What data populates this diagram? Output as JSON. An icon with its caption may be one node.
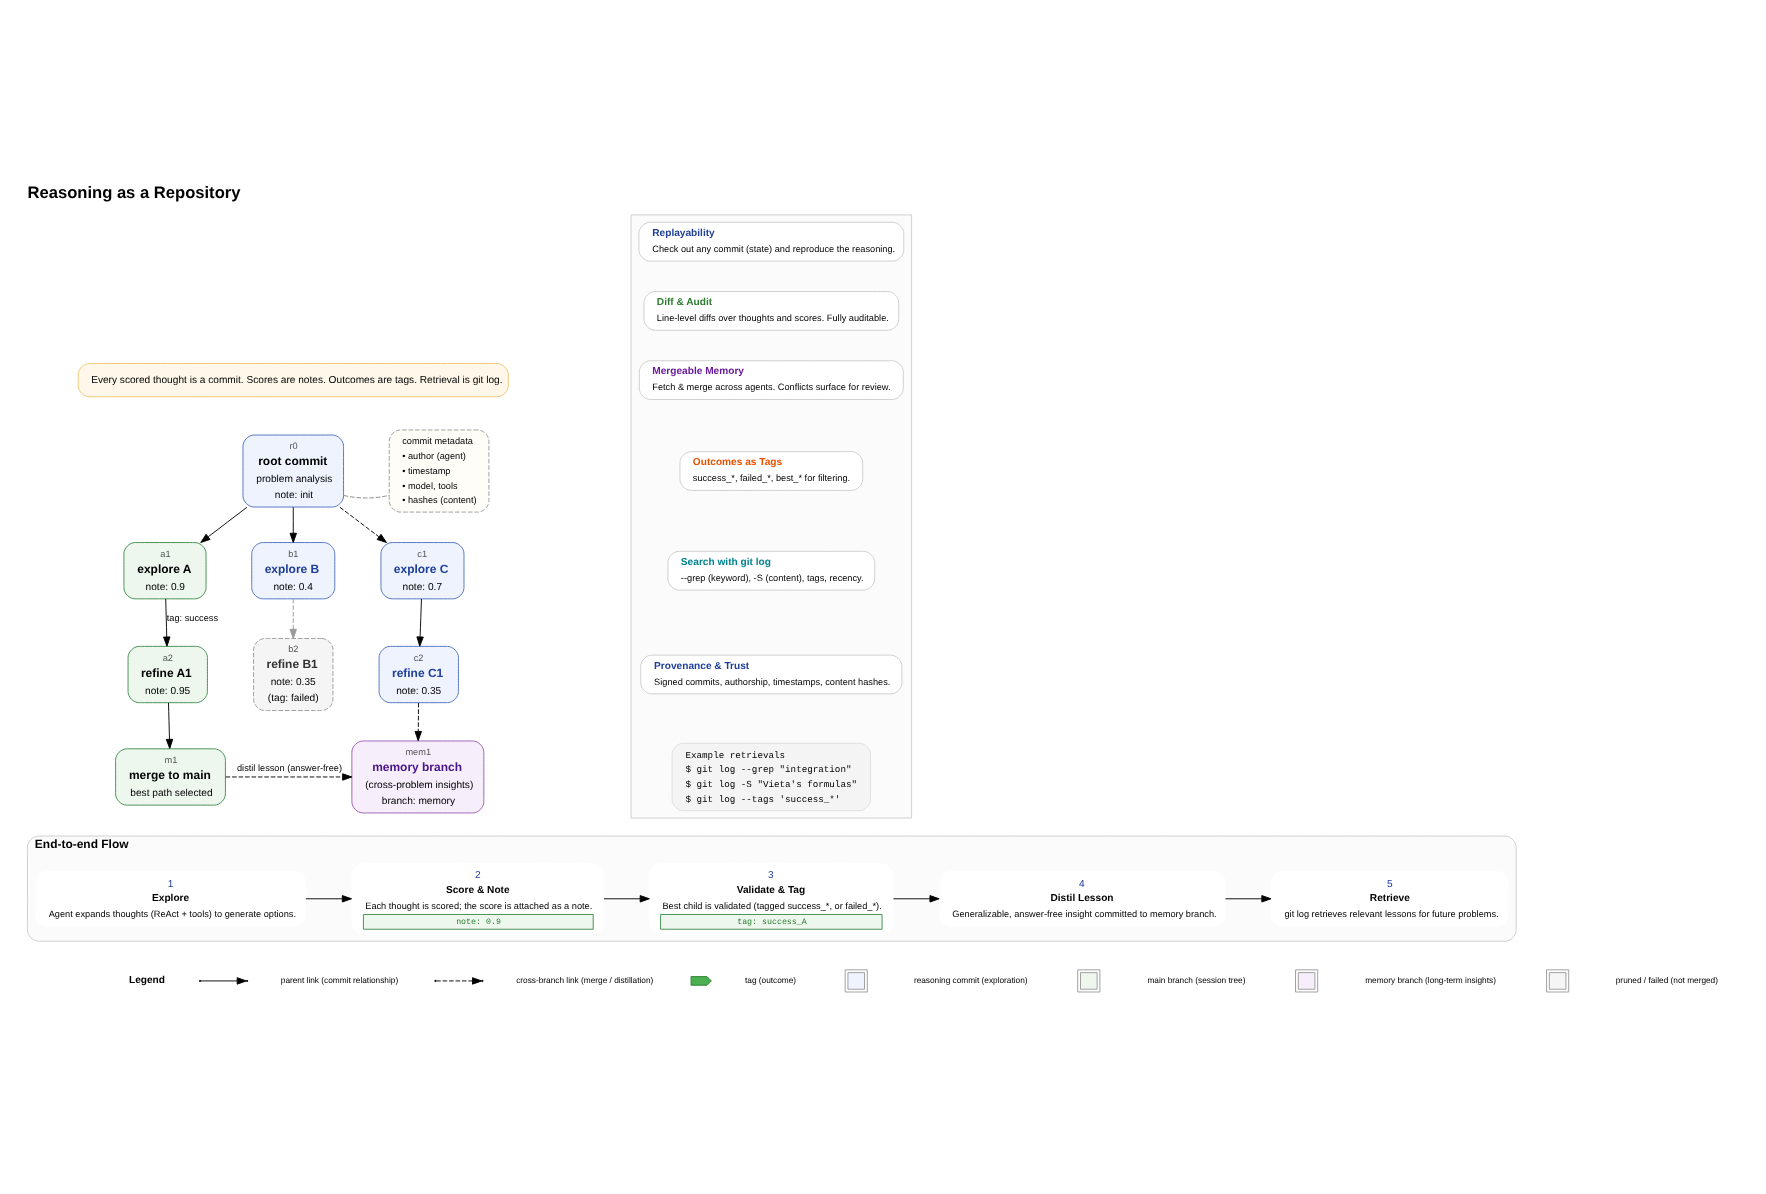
{
  "diagram": {
    "title": "Reasoning as a Repository",
    "nodes": [
      {
        "text": [
          "Every scored thought is a commit. Scores are notes. Outcomes are tags. Retrieval is git log."
        ]
      },
      {
        "text": [
          "r0",
          "root commit",
          "problem analysis",
          "note: init"
        ]
      },
      {
        "text": [
          "commit metadata",
          "• author (agent)",
          "• timestamp",
          "• model, tools",
          "• hashes (content)"
        ]
      },
      {
        "text": [
          "a1",
          "explore A",
          "note: 0.9"
        ]
      },
      {
        "text": [
          "b1",
          "explore B",
          "note: 0.4"
        ]
      },
      {
        "text": [
          "c1",
          "explore C",
          "note: 0.7"
        ]
      },
      {
        "text": [
          "a2",
          "refine A1",
          "note: 0.95"
        ]
      },
      {
        "text": [
          "b2",
          "refine B1",
          "note: 0.35",
          "(tag: failed)"
        ]
      },
      {
        "text": [
          "c2",
          "refine C1",
          "note: 0.35"
        ]
      },
      {
        "text": [
          "m1",
          "merge to main",
          "best path selected"
        ]
      },
      {
        "text": [
          "mem1",
          "memory branch",
          "(cross-problem insights)",
          "branch: memory"
        ]
      },
      {
        "text": [],
        "shape": "box"
      },
      {
        "text": [
          "Replayability",
          "Check out any commit (state) and reproduce the reasoning."
        ],
        "in": 11
      },
      {
        "text": [
          "Diff & Audit",
          "Line-level diffs over thoughts and scores. Fully auditable."
        ],
        "in": 11
      },
      {
        "text": [
          "Mergeable Memory",
          "Fetch & merge across agents. Conflicts surface for review."
        ],
        "in": 11
      },
      {
        "text": [
          "Outcomes as Tags",
          "success_*, failed_*, best_* for filtering."
        ],
        "in": 11
      },
      {
        "text": [
          "Search with git log",
          "--grep (keyword), -S (content), tags, recency."
        ],
        "in": 11
      },
      {
        "text": [
          "Provenance & Trust",
          "Signed commits, authorship, timestamps, content hashes."
        ],
        "in": 11
      },
      {
        "text": [
          "Example retrievals",
          "$ git log --grep \"integration\"",
          "$ git log -S \"Vieta's formulas\"",
          "$ git log --tags 'success_*'"
        ],
        "in": 11
      },
      {
        "text": [
          "End-to-end Flow"
        ]
      },
      {
        "text": [
          "1",
          "Explore",
          "Agent expands thoughts (ReAct + tools) to generate options."
        ],
        "in": 19
      },
      {
        "text": [
          "2",
          "Score & Note",
          "Each thought is scored; the score is attached as a note.",
          "note: 0.9"
        ],
        "in": 19
      },
      {
        "text": [
          "3",
          "Validate & Tag",
          "Best child is validated (tagged success_*, or failed_*).",
          "tag: success_A"
        ],
        "in": 19
      },
      {
        "text": [
          "4",
          "Distil Lesson",
          "Generalizable, answer-free insight committed to memory branch."
        ],
        "in": 19
      },
      {
        "text": [
          "5",
          "Retrieve",
          "git log retrieves relevant lessons for future problems."
        ],
        "in": 19
      }
    ],
    "edges": [
      {
        "from": 1,
        "to": 3,
        "arrow": "to"
      },
      {
        "from": 1,
        "to": 4,
        "arrow": "to"
      },
      {
        "from": 1,
        "to": 5,
        "arrow": "to",
        "style": "dashed"
      },
      {
        "from": 1,
        "to": 2,
        "arrow": "none",
        "style": "dashed",
        "color": "#888888"
      },
      {
        "from": 3,
        "to": 6,
        "arrow": "to",
        "label": "tag: success"
      },
      {
        "from": 4,
        "to": 7,
        "arrow": "to",
        "style": "dashed",
        "color": "#999999"
      },
      {
        "from": 5,
        "to": 8,
        "arrow": "to"
      },
      {
        "from": 6,
        "to": 9,
        "arrow": "to"
      },
      {
        "from": 8,
        "to": 10,
        "arrow": "to",
        "style": "dashed"
      },
      {
        "from": 9,
        "to": 10,
        "arrow": "to",
        "style": "dashed",
        "label": "distil lesson (answer-free)"
      },
      {
        "from": 20,
        "to": 21,
        "arrow": "to"
      },
      {
        "from": 21,
        "to": 22,
        "arrow": "to"
      },
      {
        "from": 22,
        "to": 23,
        "arrow": "to"
      },
      {
        "from": 23,
        "to": 24,
        "arrow": "to"
      }
    ],
    "labels": [
      "Legend"
    ],
    "legend": [
      {
        "text": "parent link (commit relationship)"
      },
      {
        "text": "cross-branch link (merge / distillation)"
      },
      {
        "text": "tag (outcome)"
      },
      {
        "text": "reasoning commit (exploration)",
        "color": "#eef3fd"
      },
      {
        "text": "main branch (session tree)",
        "color": "#edf7ee"
      },
      {
        "text": "memory branch (long-term insights)",
        "color": "#f6eefa"
      },
      {
        "text": "pruned / failed (not merged)",
        "color": "#f5f5f5"
      }
    ]
  }
}
